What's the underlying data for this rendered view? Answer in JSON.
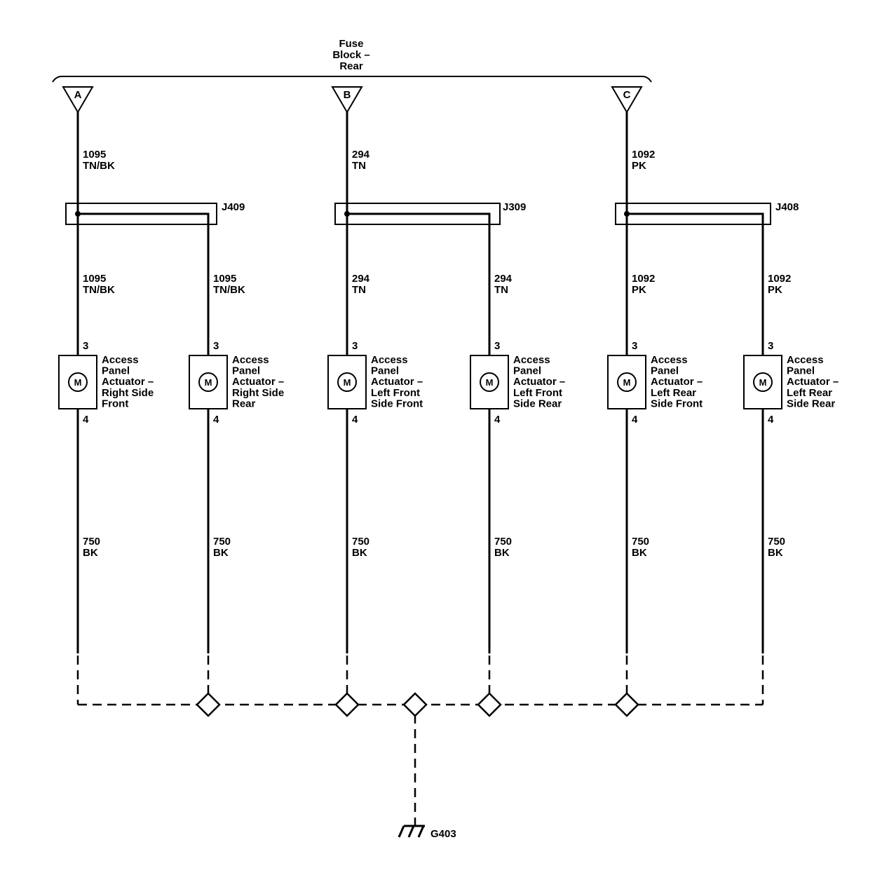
{
  "fuse_block": {
    "lines": [
      "Fuse",
      "Block –",
      "Rear"
    ]
  },
  "feeds": [
    {
      "label": "A",
      "wire_circuit": "1095",
      "wire_color": "TN/BK",
      "connector": "J409"
    },
    {
      "label": "B",
      "wire_circuit": "294",
      "wire_color": "TN",
      "connector": "J309"
    },
    {
      "label": "C",
      "wire_circuit": "1092",
      "wire_color": "PK",
      "connector": "J408"
    }
  ],
  "actuators": [
    {
      "pin_top": "3",
      "pin_bottom": "4",
      "motor": "M",
      "wire_circuit": "1095",
      "wire_color": "TN/BK",
      "ground_circuit": "750",
      "ground_color": "BK",
      "name_lines": [
        "Access",
        "Panel",
        "Actuator –",
        "Right Side",
        "Front"
      ]
    },
    {
      "pin_top": "3",
      "pin_bottom": "4",
      "motor": "M",
      "wire_circuit": "1095",
      "wire_color": "TN/BK",
      "ground_circuit": "750",
      "ground_color": "BK",
      "name_lines": [
        "Access",
        "Panel",
        "Actuator –",
        "Right Side",
        "Rear"
      ]
    },
    {
      "pin_top": "3",
      "pin_bottom": "4",
      "motor": "M",
      "wire_circuit": "294",
      "wire_color": "TN",
      "ground_circuit": "750",
      "ground_color": "BK",
      "name_lines": [
        "Access",
        "Panel",
        "Actuator –",
        "Left Front",
        "Side Front"
      ]
    },
    {
      "pin_top": "3",
      "pin_bottom": "4",
      "motor": "M",
      "wire_circuit": "294",
      "wire_color": "TN",
      "ground_circuit": "750",
      "ground_color": "BK",
      "name_lines": [
        "Access",
        "Panel",
        "Actuator –",
        "Left Front",
        "Side Rear"
      ]
    },
    {
      "pin_top": "3",
      "pin_bottom": "4",
      "motor": "M",
      "wire_circuit": "1092",
      "wire_color": "PK",
      "ground_circuit": "750",
      "ground_color": "BK",
      "name_lines": [
        "Access",
        "Panel",
        "Actuator –",
        "Left Rear",
        "Side Front"
      ]
    },
    {
      "pin_top": "3",
      "pin_bottom": "4",
      "motor": "M",
      "wire_circuit": "1092",
      "wire_color": "PK",
      "ground_circuit": "750",
      "ground_color": "BK",
      "name_lines": [
        "Access",
        "Panel",
        "Actuator –",
        "Left Rear",
        "Side Rear"
      ]
    }
  ],
  "ground": {
    "label": "G403"
  }
}
